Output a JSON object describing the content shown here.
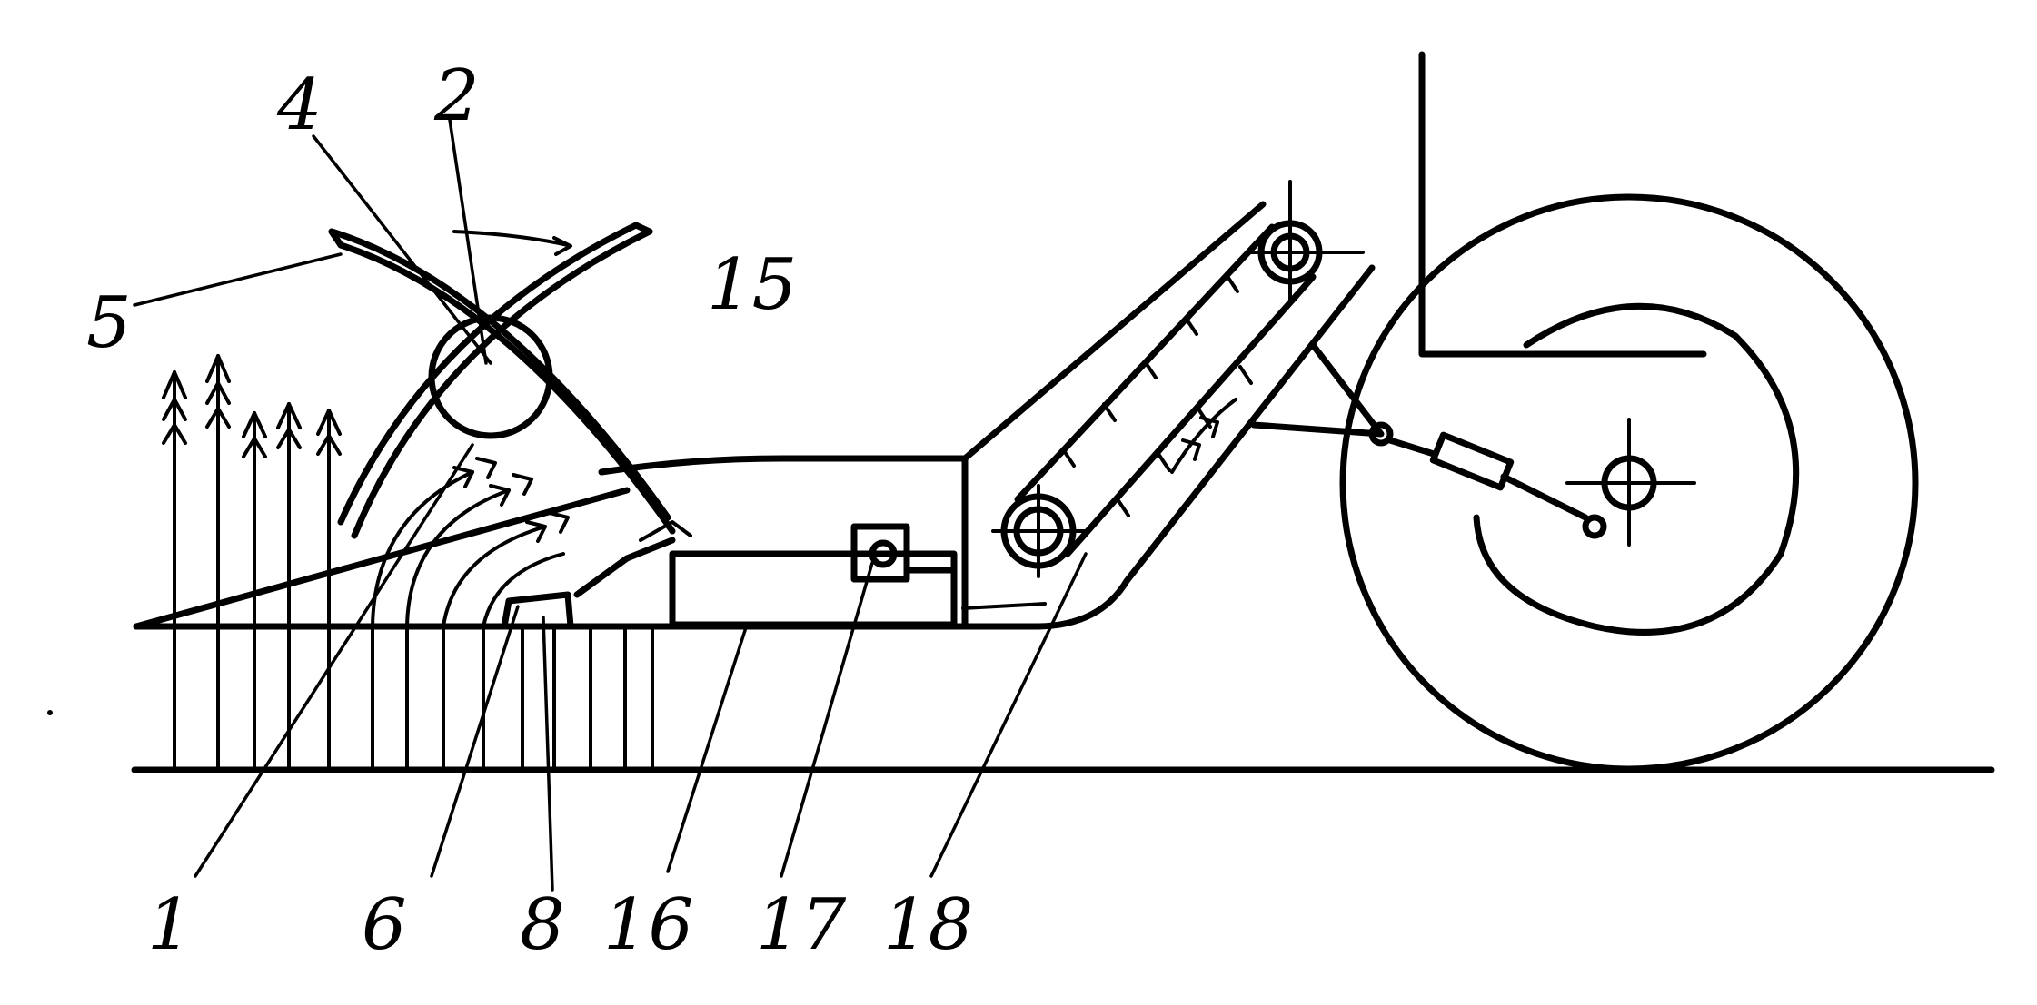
{
  "diagram": {
    "labels": {
      "l1": "1",
      "l2": "2",
      "l4": "4",
      "l5": "5",
      "l6": "6",
      "l8": "8",
      "l15": "15",
      "l16": "16",
      "l17": "17",
      "l18": "18"
    }
  }
}
